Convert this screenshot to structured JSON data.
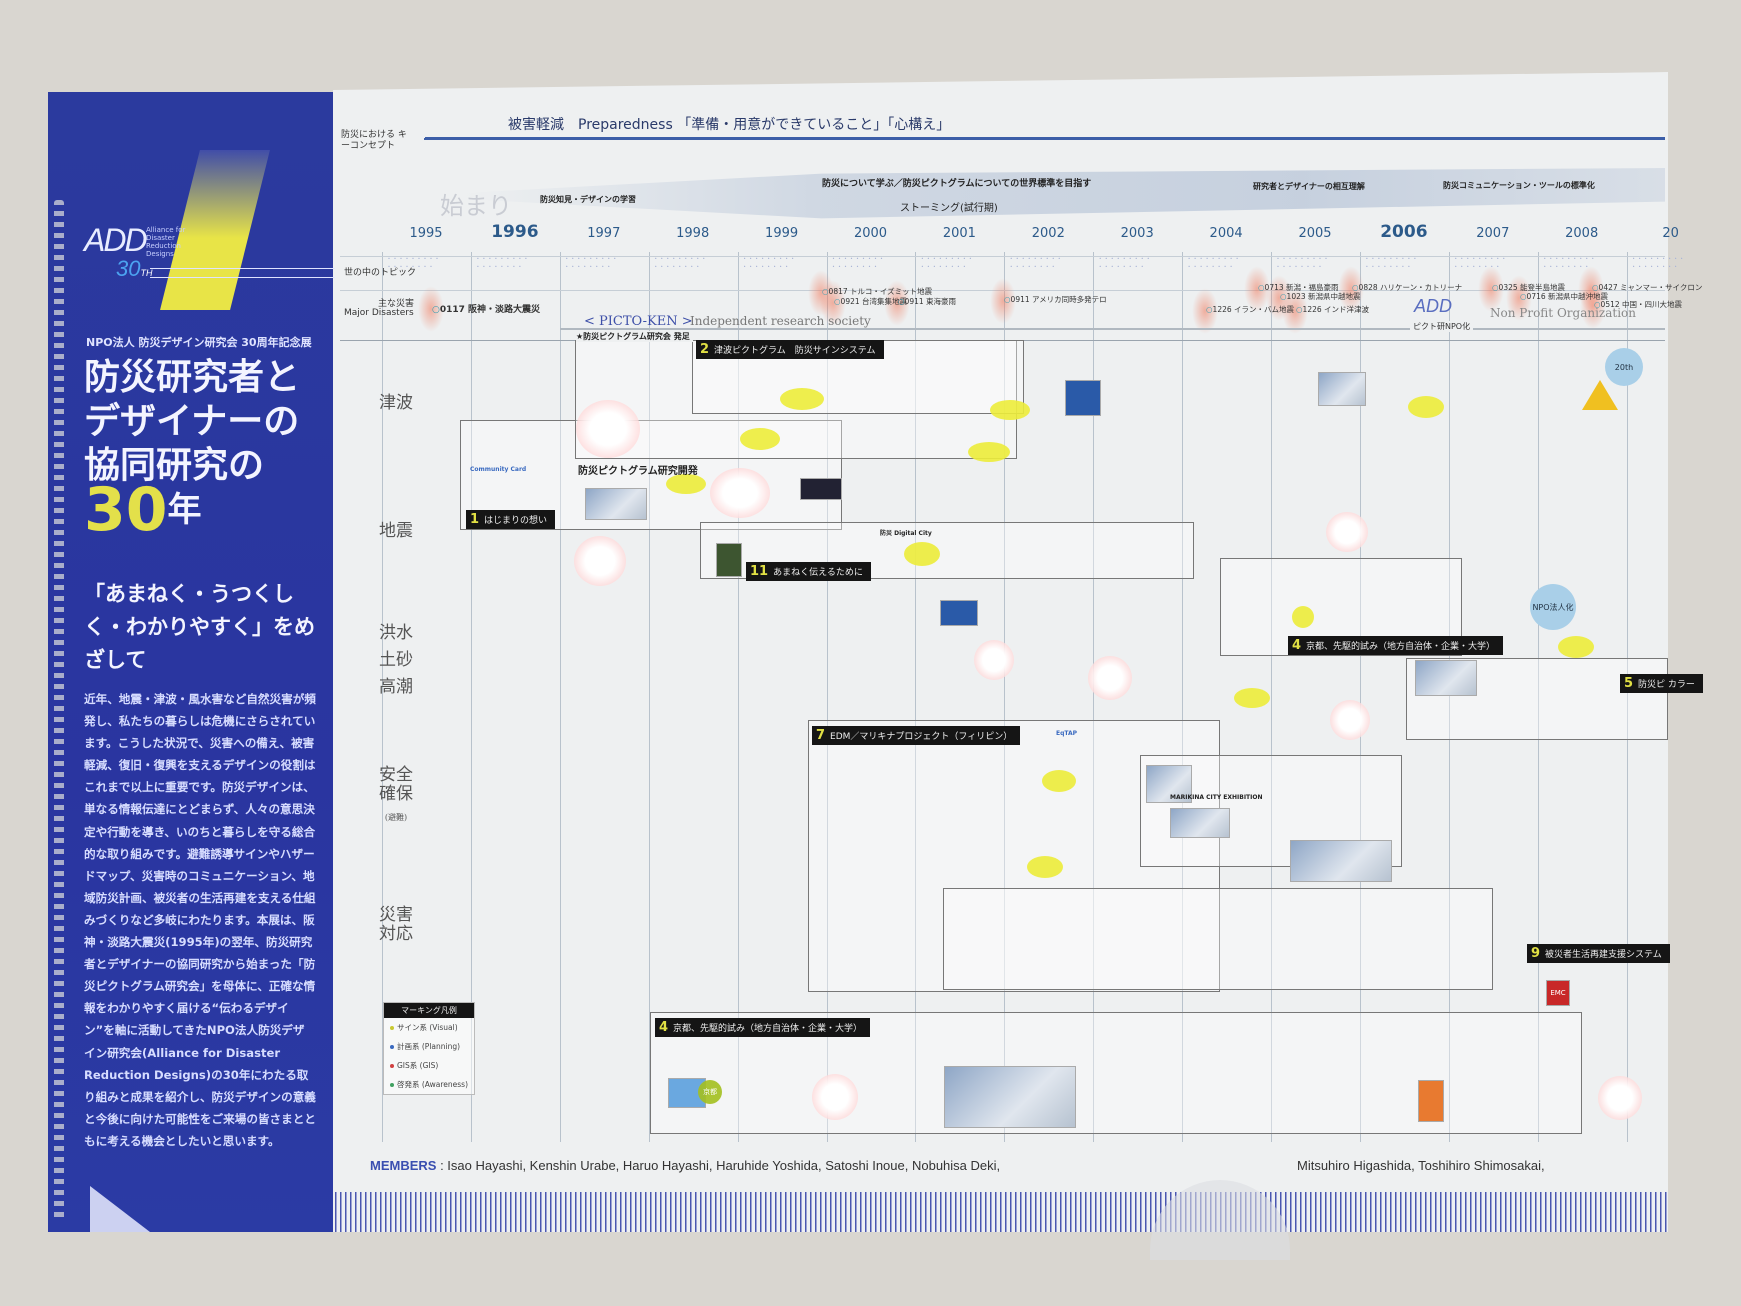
{
  "cover": {
    "logo": "ADD",
    "logo_sub": "Alliance for Disaster Reduction Designs",
    "logo_anniv": "30",
    "logo_anniv_suffix": "TH",
    "kicker": "NPO法人 防災デザイン研究会 30周年記念展",
    "title": "防災研究者とデザイナーの協同研究の",
    "title_num": "30",
    "title_suffix": "年",
    "slogan": "「あまねく・うつくしく・わかりやすく」をめざして",
    "body": "近年、地震・津波・風水害など自然災害が頻発し、私たちの暮らしは危機にさらされています。こうした状況で、災害への備え、被害軽減、復旧・復興を支えるデザインの役割はこれまで以上に重要です。防災デザインは、単なる情報伝達にとどまらず、人々の意思決定や行動を導き、いのちと暮らしを守る総合的な取り組みです。避難誘導サインやハザードマップ、災害時のコミュニケーション、地域防災計画、被災者の生活再建を支える仕組みづくりなど多岐にわたります。本展は、阪神・淡路大震災(1995年)の翌年、防災研究者とデザイナーの協同研究から始まった「防災ピクトグラム研究会」を母体に、正確な情報をわかりやすく届ける“伝わるデザイン”を軸に活動してきたNPO法人防災デザイン研究会(Alliance for Disaster Reduction Designs)の30年にわたる取り組みと成果を紹介し、防災デザインの意義と今後に向けた可能性をご来場の皆さまとともに考える機会としたいと思います。"
  },
  "timeline": {
    "concept_label": "防災における キーコンセプト",
    "concept": "被害軽減　Preparedness 「準備・用意ができていること」「心構え」",
    "band": {
      "start": "始まり",
      "phase1": "防災知見・デザインの学習",
      "phase2": "防災について学ぶ／防災ピクトグラムについての世界標準を目指す",
      "phase2_sub": "ストーミング(試行期)",
      "phase3": "研究者とデザイナーの相互理解",
      "phase4": "防災コミュニケーション・ツールの標準化"
    },
    "years": [
      "1995",
      "1996",
      "1997",
      "1998",
      "1999",
      "2000",
      "2001",
      "2002",
      "2003",
      "2004",
      "2005",
      "2006",
      "2007",
      "2008",
      "20"
    ],
    "highlight_years": [
      "1996",
      "2006"
    ],
    "topics_label": "世の中のトピック",
    "disasters_label": "主な災害",
    "disasters_label_en": "Major Disasters",
    "disasters": [
      "0117 阪神・淡路大震災",
      "0817 トルコ・イズミット地震",
      "0921 台湾集集地震",
      "0911 東海豪雨",
      "0911 アメリカ同時多発テロ",
      "1226 イラン・バム地震",
      "0713 新潟・福島豪雨",
      "1023 新潟県中越地震",
      "1226 インド洋津波",
      "0828 ハリケーン・カトリーナ",
      "0325 能登半島地震",
      "0716 新潟県中越沖地震",
      "0427 ミャンマー・サイクロン",
      "0512 中国・四川大地震"
    ],
    "picto_ken": "< PICTO-KEN >",
    "independent": "Independent research society",
    "founded": "★防災ピクトグラム研究会 発足",
    "npo_mark": "ピクト研NPO化",
    "npo_logo": "ADD",
    "npo_text": "Non Profit Organization",
    "rows": [
      "津波",
      "地震",
      "洪水 土砂 高潮",
      "安全 確保",
      "災害 対応"
    ],
    "row_sub": "(避難)",
    "projects": [
      {
        "num": "1",
        "label": "はじまりの想い"
      },
      {
        "num": "2",
        "label": "津波ピクトグラム　防災サインシステム"
      },
      {
        "num": "11",
        "label": "あまねく伝えるために"
      },
      {
        "num": "4",
        "label": "京都、先駆的試み（地方自治体・企業・大学）"
      },
      {
        "num": "7",
        "label": "EDM／マリキナプロジェクト（フィリピン）"
      },
      {
        "num": "4",
        "label": "京都、先駆的試み（地方自治体・企業・大学）"
      },
      {
        "num": "9",
        "label": "被災者生活再建支援システム"
      },
      {
        "num": "5",
        "label": "防災ピ カラー"
      }
    ],
    "subsections": {
      "picto_dev": "防災ピクトグラム研究開発",
      "community": "Community Card",
      "digital_city": "防災 Digital City",
      "marikina": "MARIKINA CITY EXHIBITION",
      "eqtap": "EqTAP",
      "npo_badge": "NPO法人化",
      "blue_badge": "20th",
      "kyoto_badge": "京都",
      "emc": "EMC"
    },
    "legend": {
      "title": "マーキング凡例",
      "items": [
        {
          "label": "サイン系 (Visual)",
          "color": "#c8c830"
        },
        {
          "label": "計画系 (Planning)",
          "color": "#3a6ac0"
        },
        {
          "label": "GIS系 (GIS)",
          "color": "#d04040"
        },
        {
          "label": "啓発系 (Awareness)",
          "color": "#40a060"
        }
      ]
    }
  },
  "footer": {
    "members_label": "MEMBERS",
    "members": ": Isao Hayashi, Kenshin Urabe, Haruo Hayashi, Haruhide Yoshida, Satoshi Inoue, Nobuhisa Deki,",
    "members_2": "Mitsuhiro Higashida, Toshihiro Shimosakai,"
  },
  "colors": {
    "cover_blue": "#2b3a9e",
    "accent_yellow": "#e3e04a",
    "tag_black": "#151515",
    "line_blue": "#3c5ea8"
  }
}
